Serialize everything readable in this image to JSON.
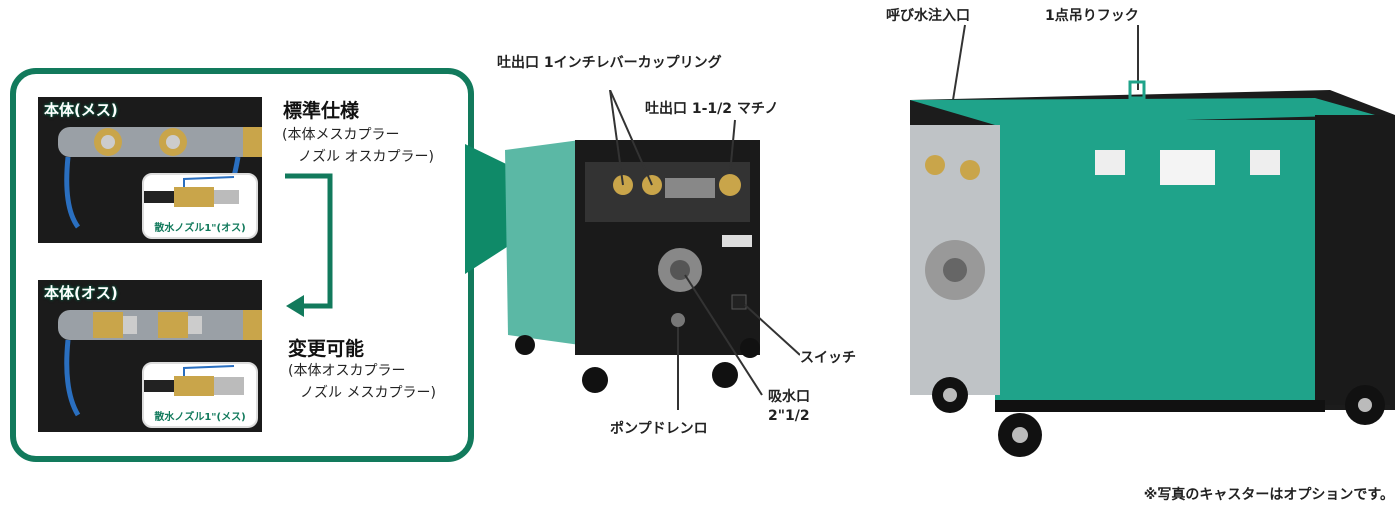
{
  "panel": {
    "standard": {
      "photo_tag": "本体(メス)",
      "nozzle_caption": "散水ノズル1\"(オス)",
      "title": "標準仕様",
      "line1": "(本体メスカプラー",
      "line2": "ノズル オスカプラー)"
    },
    "changeable": {
      "photo_tag": "本体(オス)",
      "nozzle_caption": "散水ノズル1\"(メス)",
      "title": "変更可能",
      "line1": "(本体オスカプラー",
      "line2": "ノズル メスカプラー)"
    }
  },
  "front_callouts": {
    "discharge_lever": "吐出口 1インチレバーカップリング",
    "discharge_machino": "吐出口 1-1/2 マチノ",
    "switch": "スイッチ",
    "suction_label": "吸水口",
    "suction_size": "2\"1/2",
    "drain": "ポンプドレンロ"
  },
  "side_callouts": {
    "priming": "呼び水注入口",
    "hook": "1点吊りフック"
  },
  "footnote": "※写真のキャスターはオプションです。",
  "colors": {
    "brand_green": "#127a5c",
    "machine_teal": "#1fa38a"
  }
}
